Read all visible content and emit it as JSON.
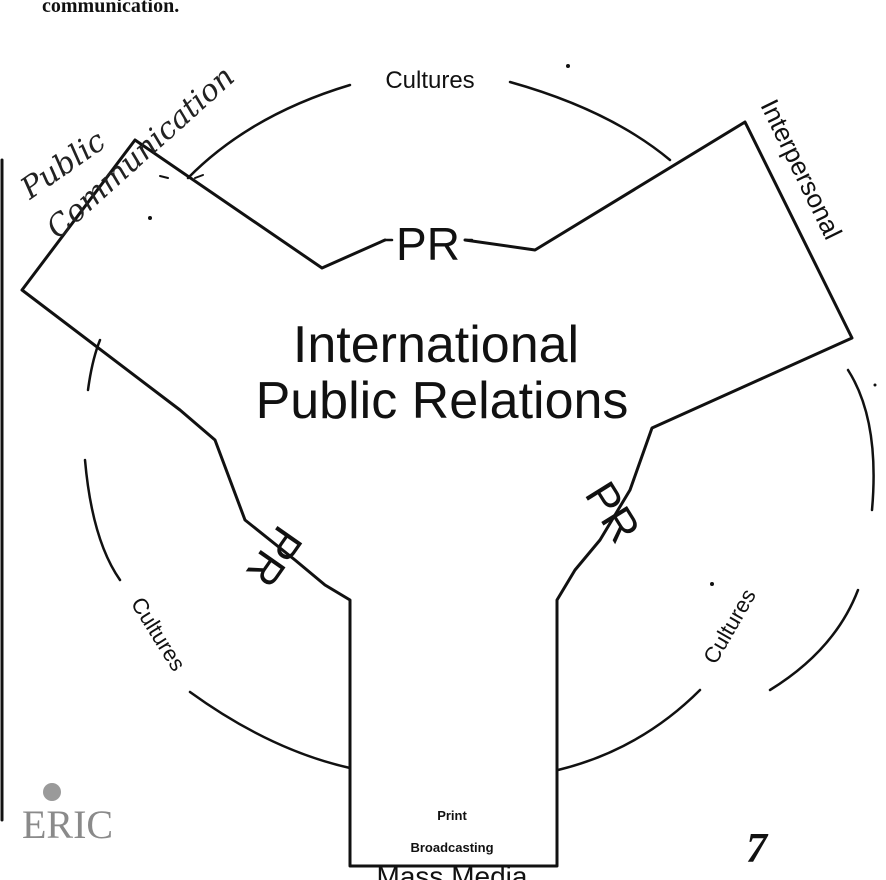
{
  "header_fragment": "communication.",
  "handwritten_note": {
    "line1": "Public",
    "line2": "Communication"
  },
  "labels": {
    "cultures_top": "Cultures",
    "cultures_left": "Cultures",
    "cultures_right": "Cultures",
    "interpersonal": "Interpersonal",
    "pr_top": "PR",
    "pr_left": "PR",
    "pr_right": "PR",
    "center_line1": "International",
    "center_line2": "Public Relations",
    "print": "Print",
    "broadcasting": "Broadcasting",
    "mass_media": "Mass Media"
  },
  "page_number": "7",
  "logo_text": "ERIC"
}
